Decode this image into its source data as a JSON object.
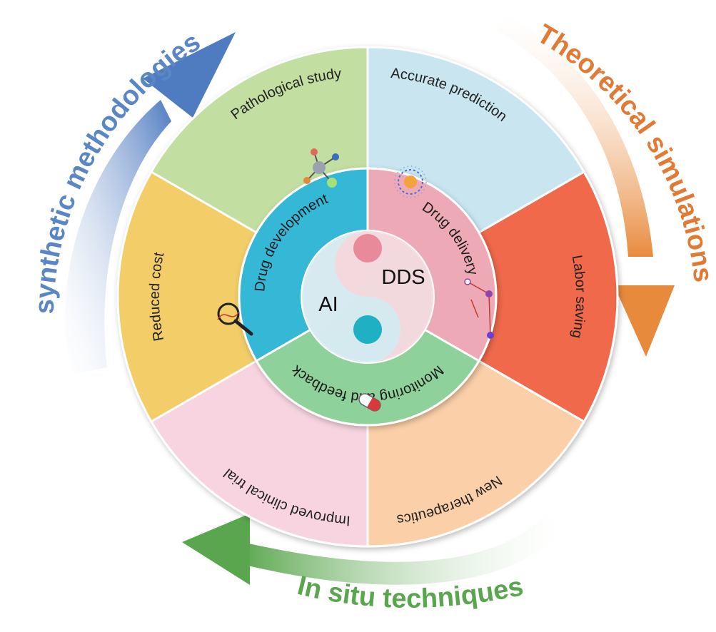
{
  "center": {
    "left_label": "AI",
    "right_label": "DDS"
  },
  "inner_ring": [
    {
      "label": "Drug development",
      "color": "#36b8d6"
    },
    {
      "label": "Drug delivery",
      "color": "#eea9b6"
    },
    {
      "label": "Monitoring and feedback",
      "color": "#8fd19b"
    }
  ],
  "outer_ring": [
    {
      "label": "Pathological study",
      "color": "#c2dea0"
    },
    {
      "label": "Accurate prediction",
      "color": "#c9e6f0"
    },
    {
      "label": "Labor saving",
      "color": "#f0694c"
    },
    {
      "label": "New therapeutics",
      "color": "#fbcfa8"
    },
    {
      "label": "Improved clinical trial",
      "color": "#f7d4df"
    },
    {
      "label": "Reduced cost",
      "color": "#f2cd68"
    }
  ],
  "arrows": [
    {
      "label": "synthetic methodologies",
      "color": "#5b86c4"
    },
    {
      "label": "Theoretical simulations",
      "color": "#e07a35"
    },
    {
      "label": "In situ techniques",
      "color": "#5aa64e"
    }
  ],
  "icons": [
    "molecule-network-icon",
    "nanoparticle-icon",
    "dna-magnifier-icon",
    "capsule-pill-icon",
    "molecular-path-icon"
  ]
}
